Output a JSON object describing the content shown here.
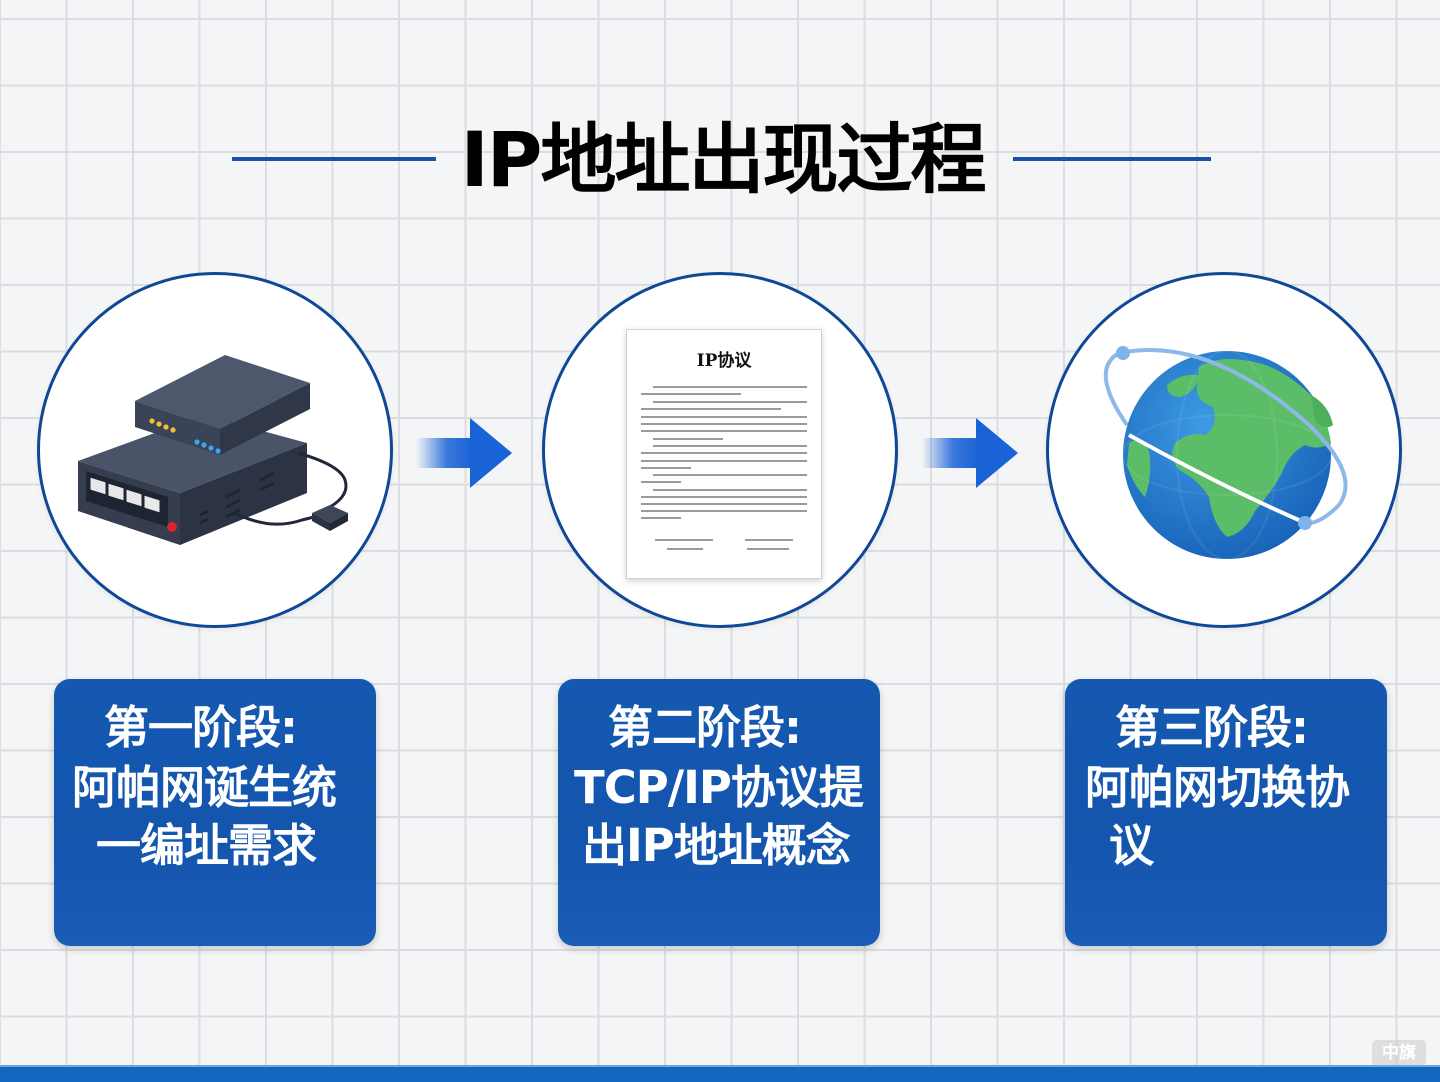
{
  "header": {
    "title": "IP地址出现过程"
  },
  "stages": [
    {
      "icon": "network-switch-router-icon",
      "label_lines": [
        "第一阶段:",
        "阿帕网诞生统",
        "一编址需求"
      ]
    },
    {
      "icon": "protocol-document-icon",
      "document_title": "IP协议",
      "label_lines": [
        "第二阶段:",
        "TCP/IP协议提",
        "出IP地址概念"
      ]
    },
    {
      "icon": "globe-orbit-icon",
      "label_lines": [
        "第三阶段:",
        "阿帕网切换协",
        "议"
      ]
    }
  ],
  "arrows": [
    {
      "icon": "arrow-right-icon"
    },
    {
      "icon": "arrow-right-icon"
    }
  ],
  "watermark": "中旗",
  "colors": {
    "accent_blue": "#1456ae",
    "circle_border": "#0f4896",
    "arrow_blue": "#1a63d6",
    "title_line": "#1752a6",
    "grid_bg": "#f4f5f6",
    "bottom_bar": "#1467bf"
  }
}
